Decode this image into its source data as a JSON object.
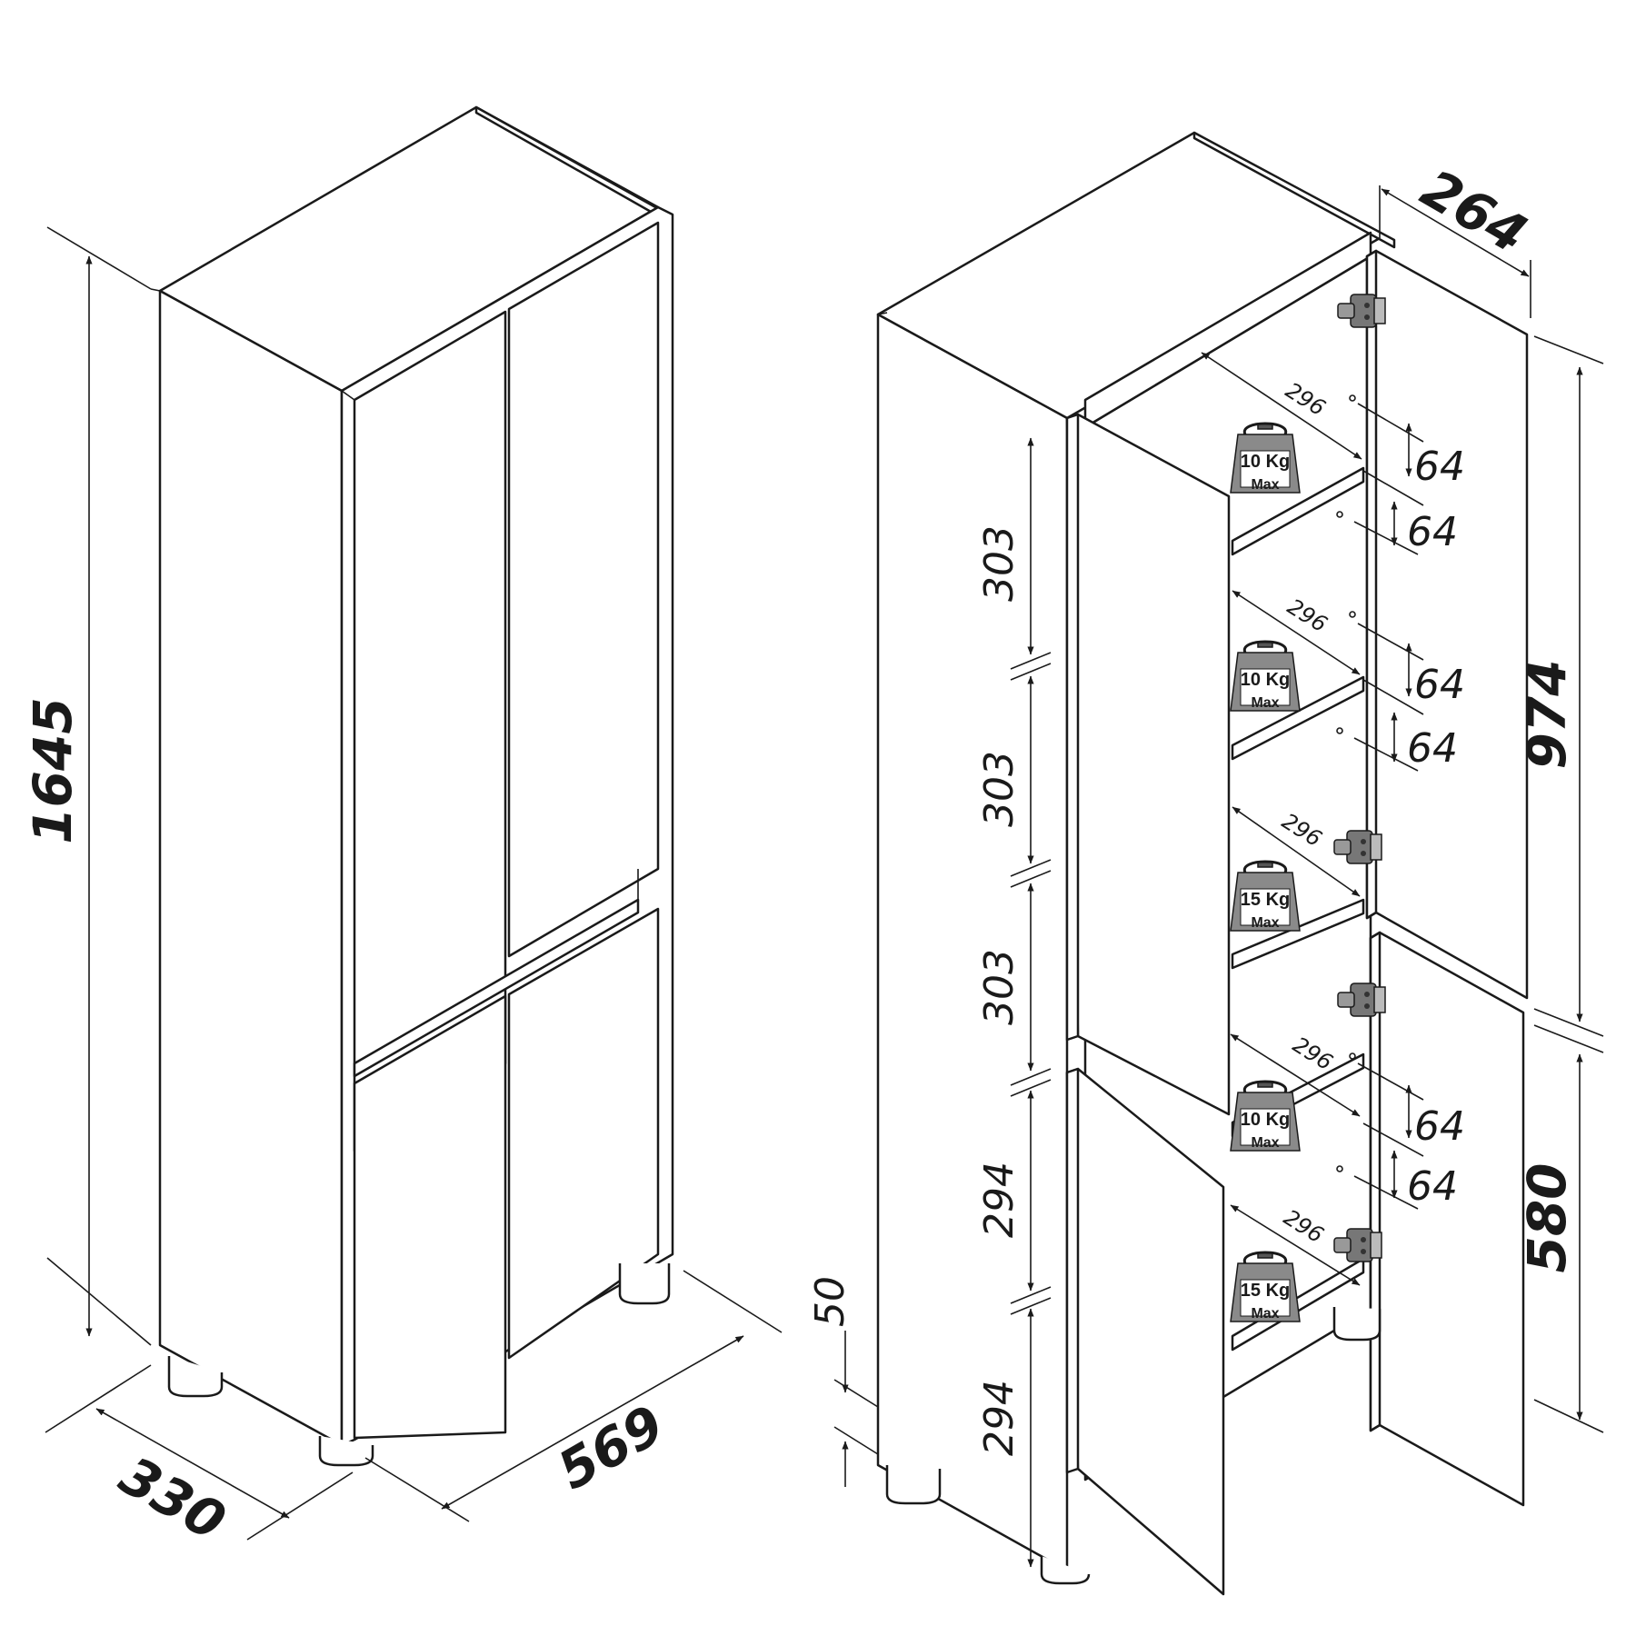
{
  "closed_view": {
    "height": "1645",
    "depth": "330",
    "width": "569"
  },
  "open_view": {
    "door_depth": "264",
    "upper_height": "974",
    "lower_height": "580",
    "foot_height": "50",
    "shelf_spacings": [
      "303",
      "303",
      "303",
      "294",
      "294"
    ],
    "shelf_depths": [
      "296",
      "296",
      "296",
      "296",
      "296"
    ],
    "pin_spacings": [
      "64",
      "64",
      "64",
      "64",
      "64",
      "64"
    ],
    "load_labels": [
      {
        "weight": "10 Kg",
        "max": "Max"
      },
      {
        "weight": "10 Kg",
        "max": "Max"
      },
      {
        "weight": "15 Kg",
        "max": "Max"
      },
      {
        "weight": "10 Kg",
        "max": "Max"
      },
      {
        "weight": "15 Kg",
        "max": "Max"
      }
    ]
  }
}
